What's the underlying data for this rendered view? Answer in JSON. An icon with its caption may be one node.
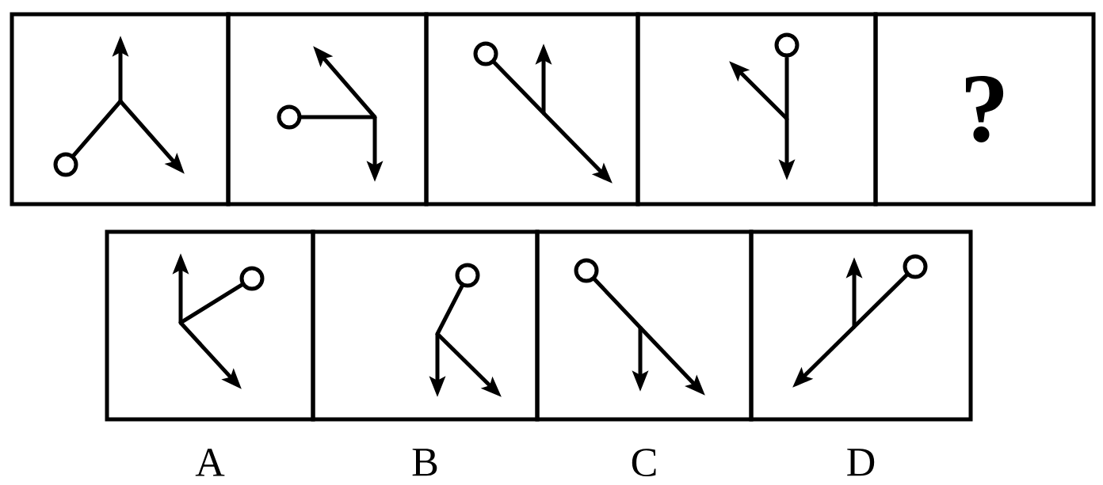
{
  "diagram": {
    "nodes": [
      {
        "text": [],
        "shape": "picture"
      },
      {
        "text": [],
        "shape": "picture"
      },
      {
        "text": [],
        "shape": "picture"
      },
      {
        "text": [],
        "shape": "picture"
      },
      {
        "text": [
          "?"
        ]
      },
      {
        "text": [],
        "shape": "picture",
        "beside": [
          "A"
        ]
      },
      {
        "text": [],
        "shape": "picture",
        "beside": [
          "B"
        ]
      },
      {
        "text": [],
        "shape": "picture",
        "beside": [
          "C"
        ]
      },
      {
        "text": [],
        "shape": "picture",
        "beside": [
          "D"
        ]
      }
    ]
  }
}
